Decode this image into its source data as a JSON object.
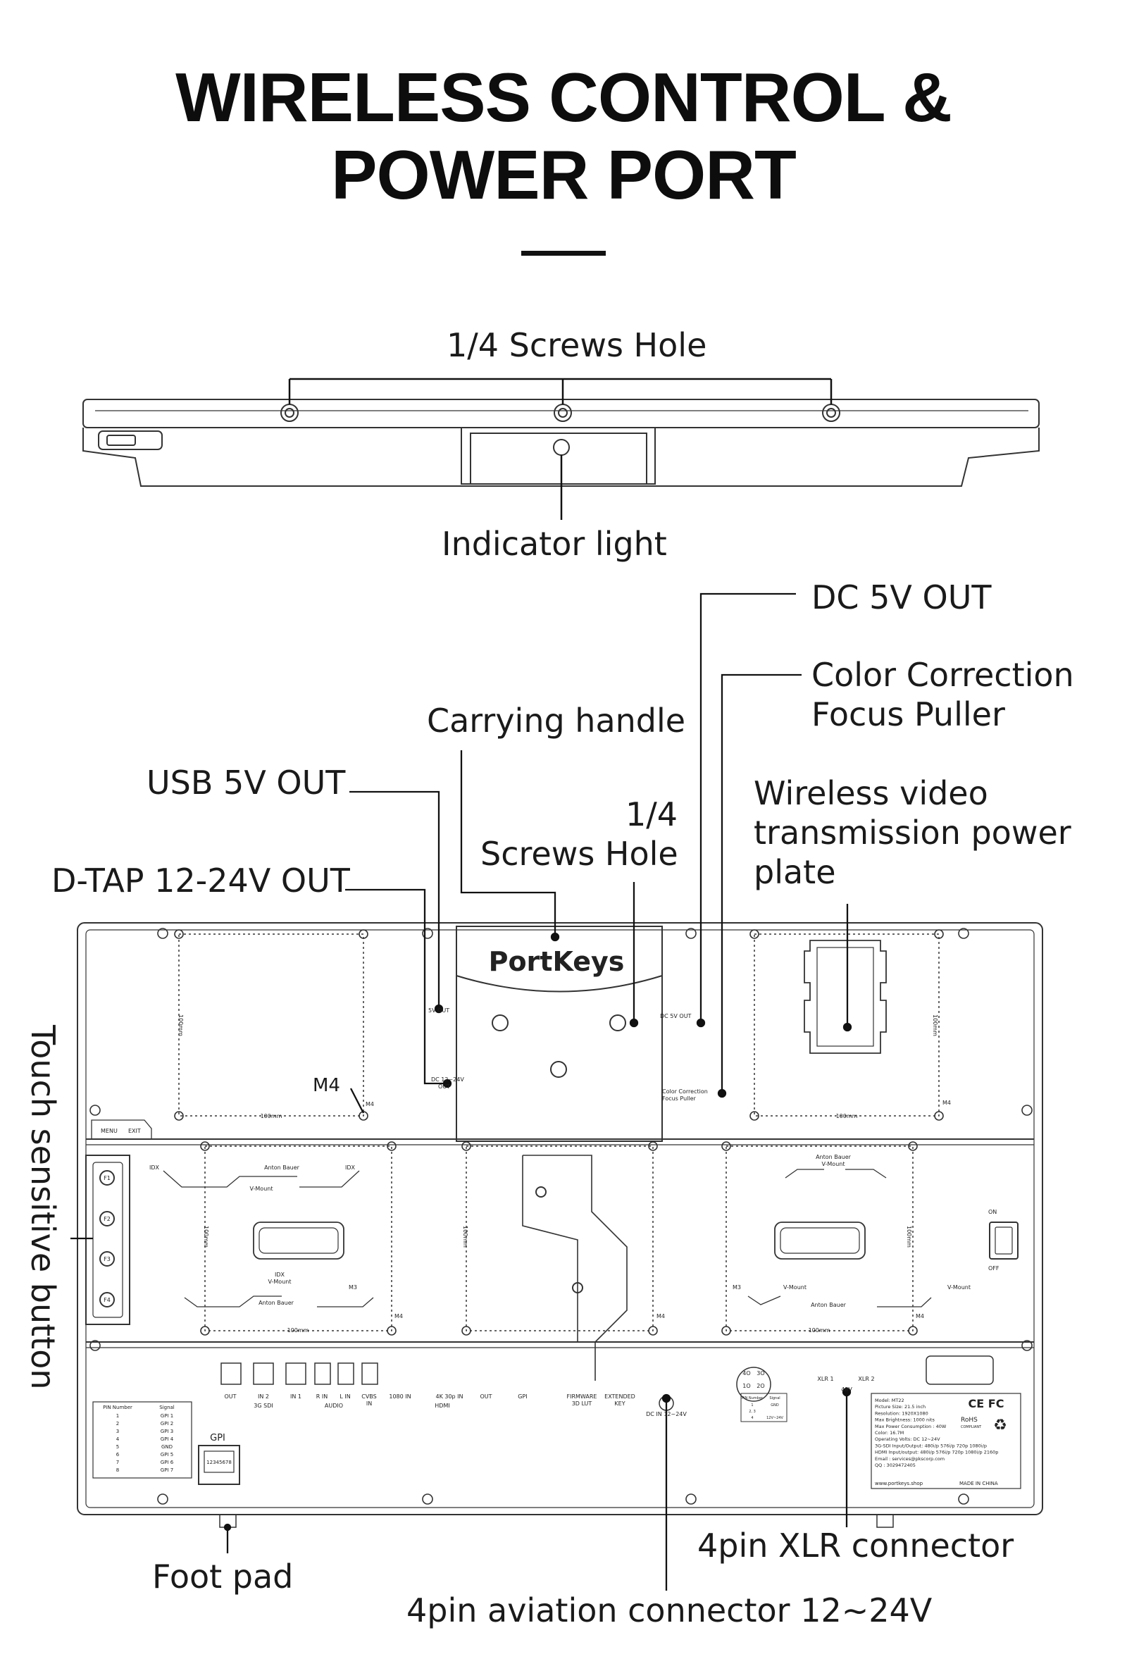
{
  "title": {
    "line1": "WIRELESS CONTROL &",
    "line2": "POWER PORT"
  },
  "callouts": {
    "screws_top": "1/4 Screws Hole",
    "indicator": "Indicator light",
    "dc5v": "DC 5V OUT",
    "color_correction": "Color Correction\nFocus Puller",
    "carrying_handle": "Carrying handle",
    "usb5v": "USB 5V OUT",
    "screws_mid": "1/4\nScrews Hole",
    "wireless_plate": "Wireless video\ntransmission power\nplate",
    "dtap": "D-TAP 12-24V OUT",
    "touch_button": "Touch sensitive button",
    "foot_pad": "Foot pad",
    "xlr": "4pin XLR connector",
    "aviation": "4pin aviation connector 12~24V"
  },
  "panel_labels": {
    "brand": "PortKeys",
    "usb_5v_out": "5V OUT",
    "dc_12_24v_out": [
      "DC 12~24V",
      "OUT"
    ],
    "dc_5v_out": "DC 5V OUT",
    "color_correction": [
      "Color Correction",
      "Focus Puller"
    ],
    "m4": "M4",
    "m3": "M3",
    "mm100": "100mm",
    "menu": "MENU",
    "exit": "EXIT",
    "f_buttons": [
      "F1",
      "F2",
      "F3",
      "F4"
    ],
    "on": "ON",
    "off": "OFF",
    "idx": "IDX",
    "anton_bauer": "Anton Bauer",
    "v_mount": "V-Mount",
    "idx_v_mount": [
      "IDX",
      "V-Mount"
    ],
    "anton_bauer_v_mount": [
      "Anton Bauer",
      "V-Mount"
    ],
    "ports_row": [
      "OUT",
      "IN 2",
      "IN 1",
      "R IN",
      "L IN",
      "CVBS",
      "IN",
      "1080 IN",
      "4K 30p IN",
      "OUT",
      "GPI",
      "FIRMWARE",
      "3D LUT",
      "EXTENDED",
      "KEY",
      "DC IN 12~24V"
    ],
    "sdi_group": "3G SDI",
    "audio_group": "AUDIO",
    "hdmi_group": "HDMI",
    "xlr1": "XLR 1",
    "xlr2": "XLR 2",
    "v48": "48V",
    "gpi": "GPI",
    "gpi_pins": "12345678",
    "pin_table_header": [
      "PIN Number",
      "Signal"
    ],
    "pin_table_rows": [
      [
        "1",
        "GPI 1"
      ],
      [
        "2",
        "GPI 2"
      ],
      [
        "3",
        "GPI 3"
      ],
      [
        "4",
        "GPI 4"
      ],
      [
        "5",
        "GND"
      ],
      [
        "6",
        "GPI 5"
      ],
      [
        "7",
        "GPI 6"
      ],
      [
        "8",
        "GPI 7"
      ]
    ],
    "xlr_table_header": [
      "PIN Number",
      "Signal"
    ],
    "xlr_table_rows": [
      [
        "1",
        "GND"
      ],
      [
        "2, 3",
        ""
      ],
      [
        "4",
        "12V~24V"
      ]
    ],
    "xlr_pins": [
      "4O",
      "3O",
      "2O",
      "1O"
    ],
    "spec_lines": [
      "Model: MT22",
      "Picture Size: 21.5 inch",
      "Resolution: 1920X1080",
      "Max Brightness: 1000 nits",
      "Max Power Consumption : 40W",
      "Color: 16.7M",
      "Operating Volts: DC 12~24V",
      "3G-SDI Input/Output: 480i/p 576i/p 720p 1080i/p",
      "HDMI Input/output: 480i/p 576i/p 720p 1080i/p 2160p",
      "Email : services@pkscorp.com",
      "QQ : 3029472405"
    ],
    "website": "www.portkeys.shop",
    "made_in": "MADE IN CHINA",
    "ce_fc": "CE FC",
    "rohs": [
      "RoHS",
      "COMPLIANT"
    ],
    "recycle": "♻"
  }
}
